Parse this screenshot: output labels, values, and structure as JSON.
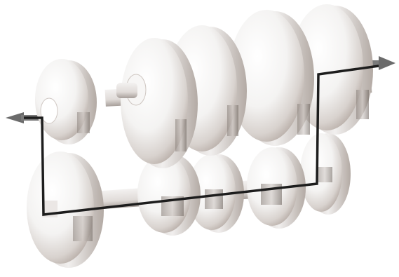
{
  "diagram": {
    "palette": {
      "background": "#ffffff",
      "disc_face": "#f6f6f6",
      "disc_rim": "#d9d4d0",
      "disc_shadow": "#b8aea8",
      "shaft_light": "#ece8e6",
      "shaft_dark": "#a59d98",
      "hub_dark": "#6f6660",
      "path_line": "#1d1d1d",
      "arrow": "#6b6b6b"
    },
    "components": {
      "upper_gears": 5,
      "lower_gears": 5,
      "flow_arrows": 2
    },
    "icons": {
      "input_arrow": "arrow-left-icon",
      "output_arrow": "arrow-right-icon"
    }
  }
}
